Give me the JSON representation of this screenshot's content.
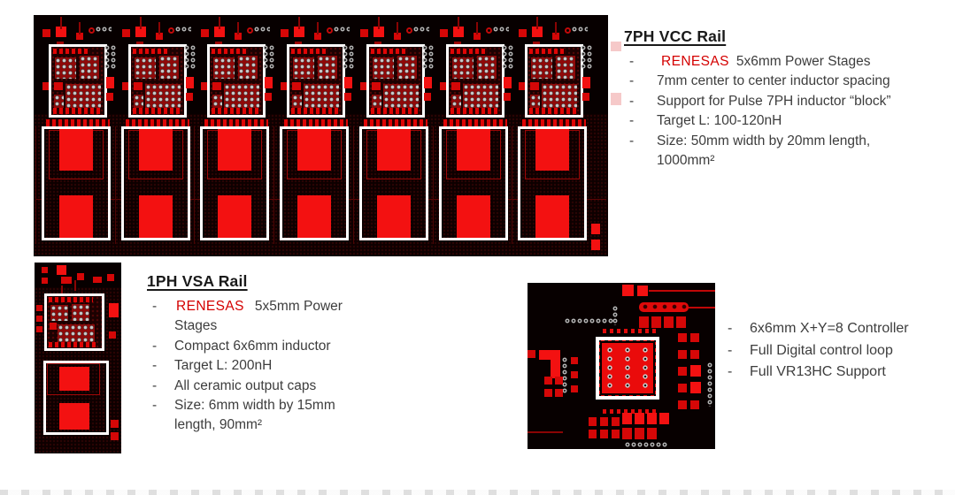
{
  "colors": {
    "slide-bg": "#ffffff",
    "pcb-black": "#070000",
    "pcb-red": "#d50707",
    "pcb-red-bright": "#f31111",
    "pcb-tex": "#2c0404",
    "hl-white": "#ffffff",
    "brand-red": "#d40000",
    "title-text": "#1a1a1a",
    "body-text": "#3d3d3d"
  },
  "sections": {
    "vcc_rail": {
      "title": "7PH VCC Rail",
      "bullets": [
        {
          "brand": "RENESAS",
          "text": "5x6mm Power Stages"
        },
        {
          "text": "7mm center to center inductor spacing"
        },
        {
          "text": "Support for Pulse 7PH inductor “block”"
        },
        {
          "text": "Target L: 100-120nH"
        },
        {
          "text": "Size: 50mm width by 20mm length, 1000mm²"
        }
      ]
    },
    "vsa_rail": {
      "title": "1PH VSA Rail",
      "bullets": [
        {
          "brand": "RENESAS",
          "text": "5x5mm Power Stages"
        },
        {
          "text": "Compact 6x6mm inductor"
        },
        {
          "text": "Target L: 200nH"
        },
        {
          "text": "All ceramic output caps"
        },
        {
          "text": "Size: 6mm width by 15mm length, 90mm²"
        }
      ]
    },
    "controller": {
      "bullets": [
        {
          "text": "6x6mm X+Y=8 Controller"
        },
        {
          "text": "Full Digital control loop"
        },
        {
          "text": "Full VR13HC Support"
        }
      ]
    }
  },
  "pcb": {
    "vcc_board": {
      "phase_count": 7
    },
    "vsa_board": {
      "phase_count": 1
    },
    "controller_board": {
      "via_columns": 3,
      "via_rows": 5
    }
  }
}
